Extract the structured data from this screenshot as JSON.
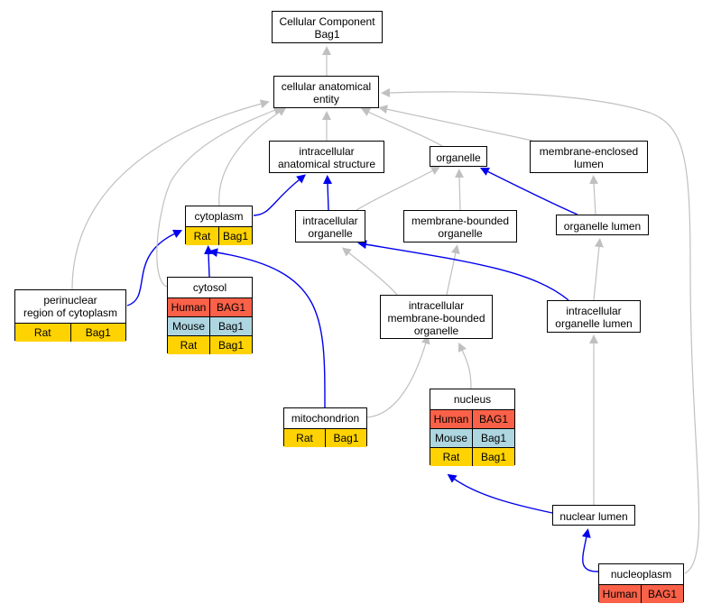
{
  "colors": {
    "human": "#fa6148",
    "mouse": "#aed6e1",
    "rat": "#ffd302",
    "is_a_edge": "#c0c0c0",
    "part_of_edge": "#0000ee"
  },
  "nodes": {
    "root": {
      "lines": [
        "Cellular Component",
        "Bag1"
      ]
    },
    "cae": {
      "lines": [
        "cellular anatomical",
        "entity"
      ]
    },
    "ias": {
      "lines": [
        "intracellular",
        "anatomical structure"
      ]
    },
    "organelle": {
      "lines": [
        "organelle"
      ]
    },
    "mel": {
      "lines": [
        "membrane-enclosed",
        "lumen"
      ]
    },
    "cytoplasm": {
      "lines": [
        "cytoplasm"
      ],
      "rows": [
        {
          "species": "Rat",
          "gene": "Bag1"
        }
      ]
    },
    "io": {
      "lines": [
        "intracellular",
        "organelle"
      ]
    },
    "mbo": {
      "lines": [
        "membrane-bounded",
        "organelle"
      ]
    },
    "ol": {
      "lines": [
        "organelle lumen"
      ]
    },
    "perinuclear": {
      "lines": [
        "perinuclear",
        "region of cytoplasm"
      ],
      "rows": [
        {
          "species": "Rat",
          "gene": "Bag1"
        }
      ]
    },
    "cytosol": {
      "lines": [
        "cytosol"
      ],
      "rows": [
        {
          "species": "Human",
          "gene": "BAG1"
        },
        {
          "species": "Mouse",
          "gene": "Bag1"
        },
        {
          "species": "Rat",
          "gene": "Bag1"
        }
      ]
    },
    "imbo": {
      "lines": [
        "intracellular",
        "membrane-bounded",
        "organelle"
      ]
    },
    "iol": {
      "lines": [
        "intracellular",
        "organelle lumen"
      ]
    },
    "mito": {
      "lines": [
        "mitochondrion"
      ],
      "rows": [
        {
          "species": "Rat",
          "gene": "Bag1"
        }
      ]
    },
    "nucleus": {
      "lines": [
        "nucleus"
      ],
      "rows": [
        {
          "species": "Human",
          "gene": "BAG1"
        },
        {
          "species": "Mouse",
          "gene": "Bag1"
        },
        {
          "species": "Rat",
          "gene": "Bag1"
        }
      ]
    },
    "nlumen": {
      "lines": [
        "nuclear lumen"
      ]
    },
    "nucleoplasm": {
      "lines": [
        "nucleoplasm"
      ],
      "rows": [
        {
          "species": "Human",
          "gene": "BAG1"
        }
      ]
    }
  },
  "edges": [
    {
      "from": "cae",
      "to": "root",
      "relation": "is_a"
    },
    {
      "from": "ias",
      "to": "cae",
      "relation": "is_a"
    },
    {
      "from": "organelle",
      "to": "cae",
      "relation": "is_a"
    },
    {
      "from": "mel",
      "to": "cae",
      "relation": "is_a"
    },
    {
      "from": "cytoplasm",
      "to": "cae",
      "relation": "is_a"
    },
    {
      "from": "cytoplasm",
      "to": "ias",
      "relation": "part_of"
    },
    {
      "from": "io",
      "to": "ias",
      "relation": "part_of"
    },
    {
      "from": "io",
      "to": "organelle",
      "relation": "is_a"
    },
    {
      "from": "mbo",
      "to": "organelle",
      "relation": "is_a"
    },
    {
      "from": "ol",
      "to": "organelle",
      "relation": "part_of"
    },
    {
      "from": "ol",
      "to": "mel",
      "relation": "is_a"
    },
    {
      "from": "perinuclear",
      "to": "cae",
      "relation": "is_a"
    },
    {
      "from": "perinuclear",
      "to": "cytoplasm",
      "relation": "part_of"
    },
    {
      "from": "cytosol",
      "to": "cae",
      "relation": "is_a"
    },
    {
      "from": "cytosol",
      "to": "cytoplasm",
      "relation": "part_of"
    },
    {
      "from": "imbo",
      "to": "io",
      "relation": "is_a"
    },
    {
      "from": "imbo",
      "to": "mbo",
      "relation": "is_a"
    },
    {
      "from": "iol",
      "to": "io",
      "relation": "part_of"
    },
    {
      "from": "iol",
      "to": "ol",
      "relation": "is_a"
    },
    {
      "from": "mito",
      "to": "cytoplasm",
      "relation": "part_of"
    },
    {
      "from": "mito",
      "to": "imbo",
      "relation": "is_a"
    },
    {
      "from": "nucleus",
      "to": "imbo",
      "relation": "is_a"
    },
    {
      "from": "nlumen",
      "to": "nucleus",
      "relation": "part_of"
    },
    {
      "from": "nlumen",
      "to": "iol",
      "relation": "is_a"
    },
    {
      "from": "nucleoplasm",
      "to": "nlumen",
      "relation": "part_of"
    },
    {
      "from": "nucleoplasm",
      "to": "cae",
      "relation": "is_a"
    }
  ]
}
